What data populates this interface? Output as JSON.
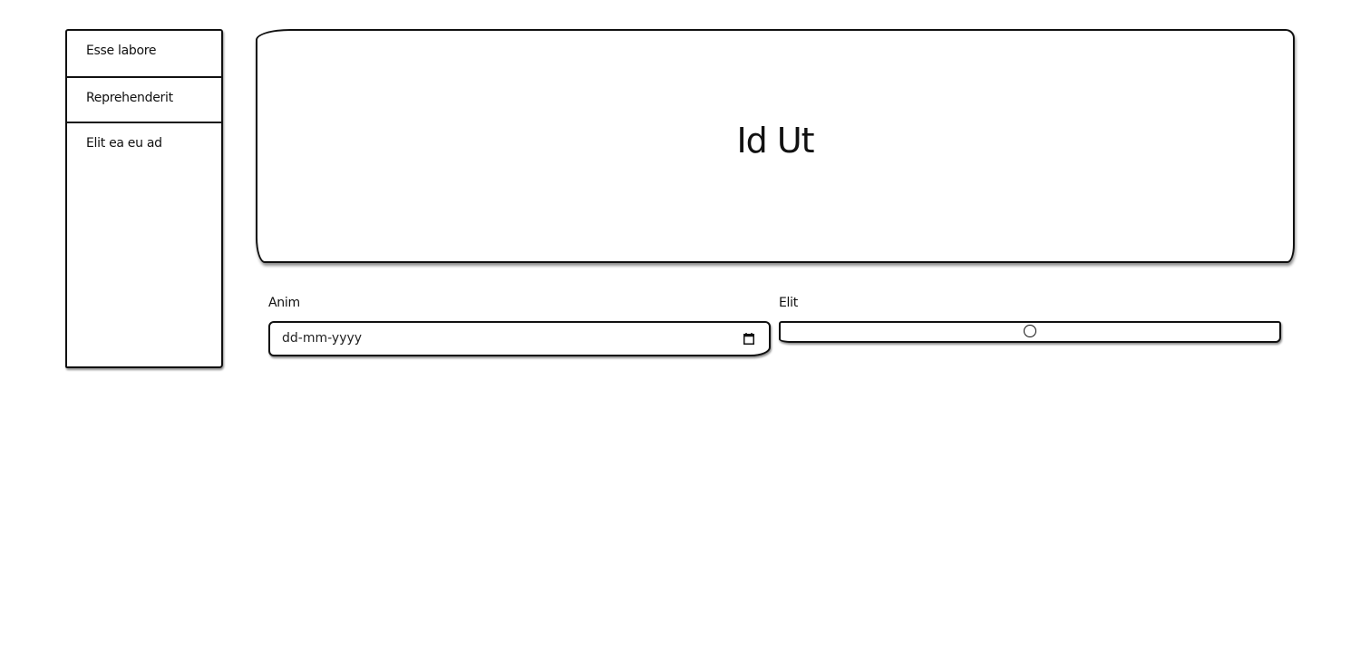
{
  "sidebar": {
    "items": [
      {
        "label": "Esse labore"
      },
      {
        "label": "Reprehenderit"
      },
      {
        "label": "Elit ea eu ad"
      }
    ]
  },
  "hero": {
    "title": "Id Ut"
  },
  "form": {
    "date_field": {
      "label": "Anim",
      "placeholder": "dd-mm-yyyy",
      "icon": "calendar-icon"
    },
    "range_field": {
      "label": "Elit",
      "value_fraction": 0.5
    }
  }
}
